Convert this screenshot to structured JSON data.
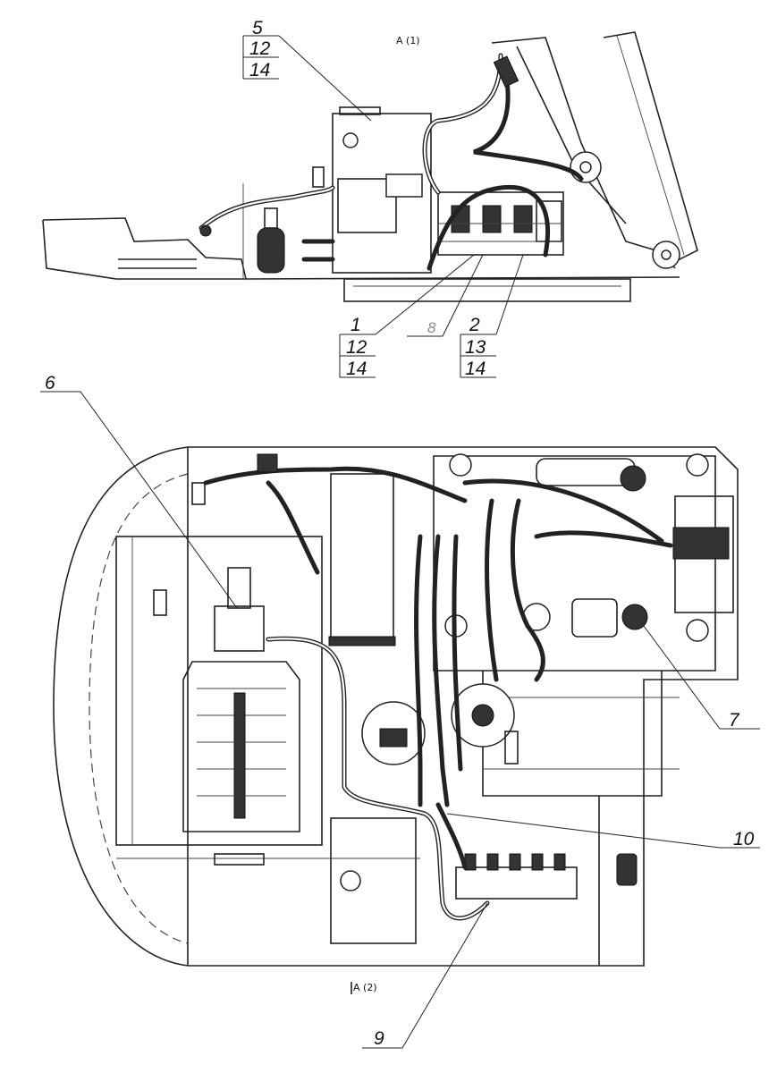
{
  "view_top": {
    "title": "A (1)"
  },
  "view_bottom": {
    "title": "A (2)"
  },
  "callouts": {
    "c5": {
      "numbers": [
        "5",
        "12",
        "14"
      ]
    },
    "c1": {
      "numbers": [
        "1",
        "12",
        "14"
      ]
    },
    "c8": {
      "number": "8"
    },
    "c2": {
      "numbers": [
        "2",
        "13",
        "14"
      ]
    },
    "c6": {
      "number": "6"
    },
    "c7": {
      "number": "7"
    },
    "c10": {
      "number": "10"
    },
    "c9": {
      "number": "9"
    }
  }
}
